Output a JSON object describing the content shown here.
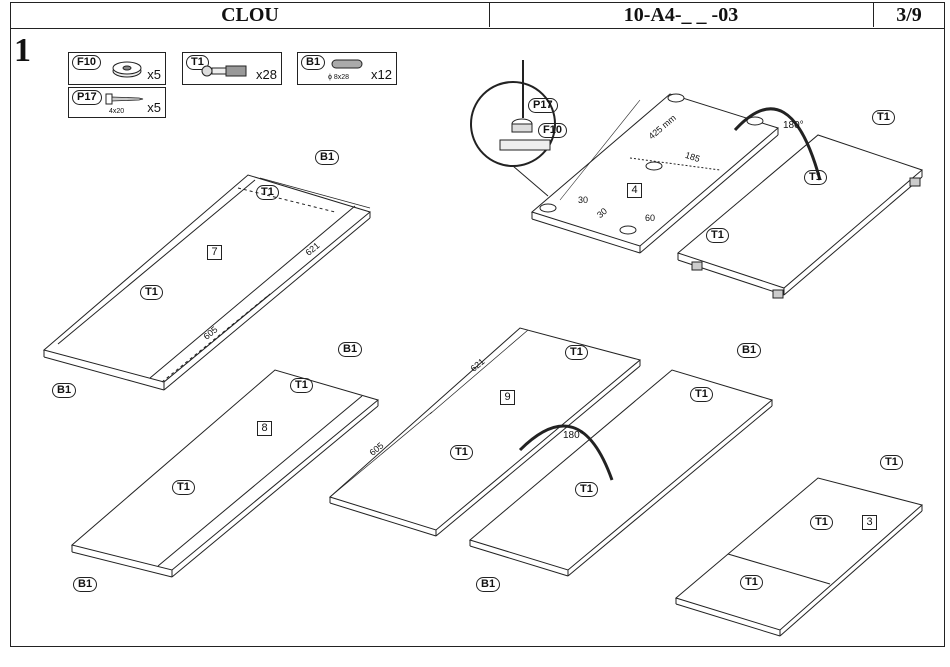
{
  "header": {
    "title": "CLOU",
    "code": "10-A4-_ _ -03",
    "page": "3/9"
  },
  "step_number": "1",
  "parts": [
    {
      "id": "F10",
      "qty": "x5",
      "note": ""
    },
    {
      "id": "T1",
      "qty": "x28",
      "note": ""
    },
    {
      "id": "B1",
      "qty": "x12",
      "note": "ϕ 8x28"
    },
    {
      "id": "P17",
      "qty": "x5",
      "note": "4x20"
    }
  ],
  "callouts": {
    "t1": "T1",
    "b1": "B1",
    "p17": "P17",
    "f10": "F10"
  },
  "panels": {
    "p7": "7",
    "p4": "4",
    "p8": "8",
    "p9": "9",
    "p3": "3"
  },
  "dimensions": {
    "d621": "621",
    "d605": "605",
    "d425": "425 mm",
    "d185": "185",
    "d30a": "30",
    "d30b": "30",
    "d60": "60",
    "rot": "180°"
  }
}
